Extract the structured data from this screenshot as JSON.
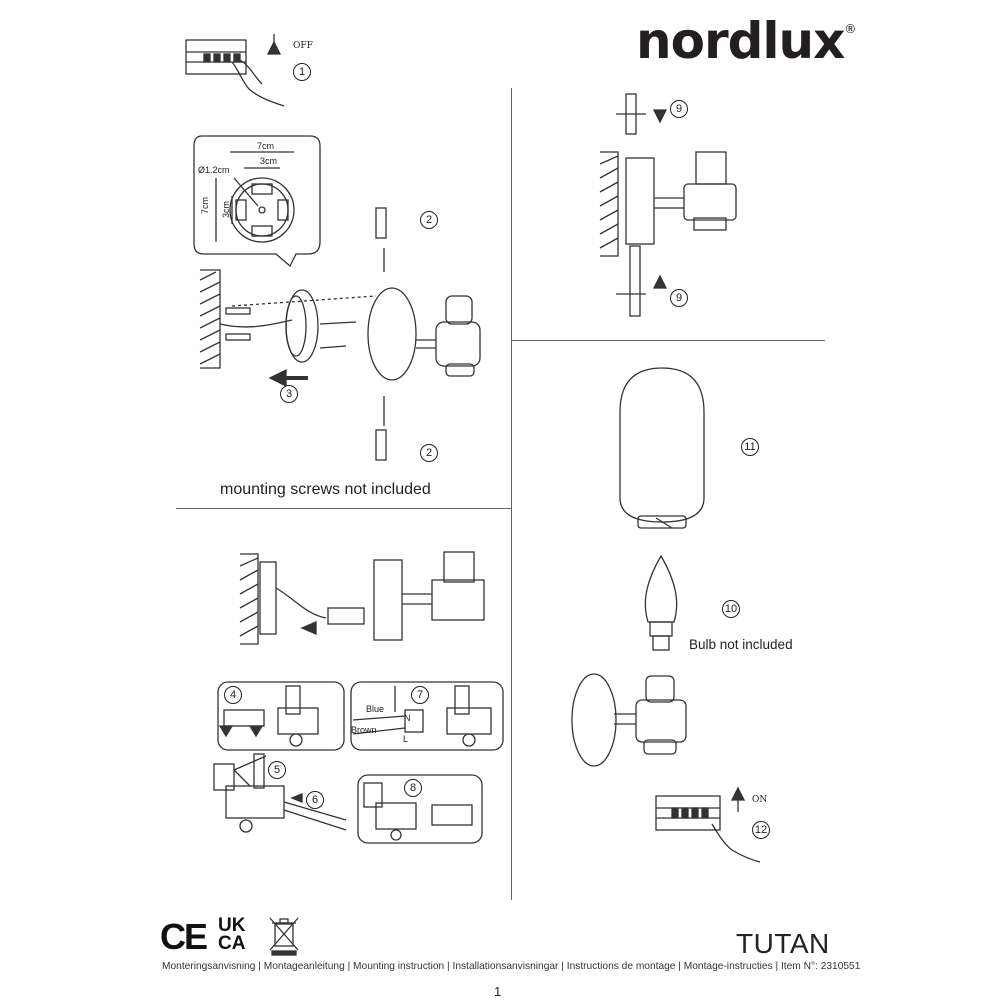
{
  "brand": {
    "logo_text": "nordlux",
    "registered": "®"
  },
  "steps": {
    "s1": "1",
    "s2": "2",
    "s3": "3",
    "s4": "4",
    "s5": "5",
    "s6": "6",
    "s7": "7",
    "s8": "8",
    "s9": "9",
    "s10": "10",
    "s11": "11",
    "s12": "12"
  },
  "switch": {
    "off": "OFF",
    "on": "ON"
  },
  "dimensions": {
    "width_outer": "7cm",
    "width_inner": "3cm",
    "hole": "Ø1.2cm",
    "height_outer": "7cm",
    "height_inner": "3cm"
  },
  "notes": {
    "mounting_screws": "mounting screws not included",
    "bulb": "Bulb not included"
  },
  "wiring": {
    "blue": "Blue",
    "brown": "Brown",
    "neutral": "N",
    "live": "L"
  },
  "certifications": {
    "ce": "CE",
    "ukca_top": "UK",
    "ukca_bottom": "CA"
  },
  "product": {
    "model": "TUTAN"
  },
  "footer": {
    "instructions": "Monteringsanvisning | Montageanleitung | Mounting instruction | Installationsanvisningar | Instructions de montage | Montage-instructies | Item N°: 2310551",
    "page_number": "1"
  }
}
